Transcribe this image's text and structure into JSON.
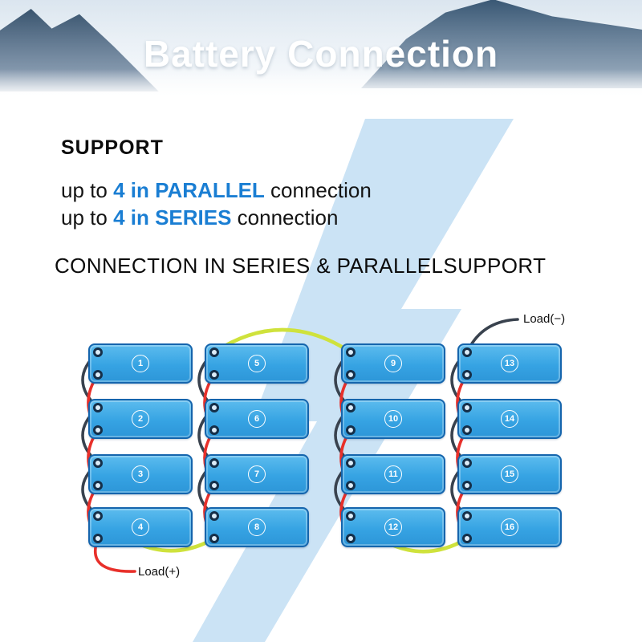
{
  "banner": {
    "title": "Battery Connection"
  },
  "intro": {
    "heading": "SUPPORT",
    "lines": [
      {
        "prefix": "up to ",
        "highlight": "4 in PARALLEL",
        "suffix": " connection"
      },
      {
        "prefix": "up to ",
        "highlight": "4 in SERIES",
        "suffix": " connection"
      }
    ]
  },
  "section_title": "CONNECTION IN SERIES & PARALLELSUPPORT",
  "diagram": {
    "batteries": [
      "1",
      "2",
      "3",
      "4",
      "5",
      "6",
      "7",
      "8",
      "9",
      "10",
      "11",
      "12",
      "13",
      "14",
      "15",
      "16"
    ],
    "load_negative": "Load(−)",
    "load_positive": "Load(+)"
  },
  "colors": {
    "accent_blue": "#1a7ed3",
    "battery_fill": "#36a3e3",
    "battery_border": "#1565ad",
    "wire_red": "#e8302a",
    "wire_dark": "#39424e",
    "wire_yellow": "#cfe23c",
    "bolt": "#cbe3f5"
  }
}
